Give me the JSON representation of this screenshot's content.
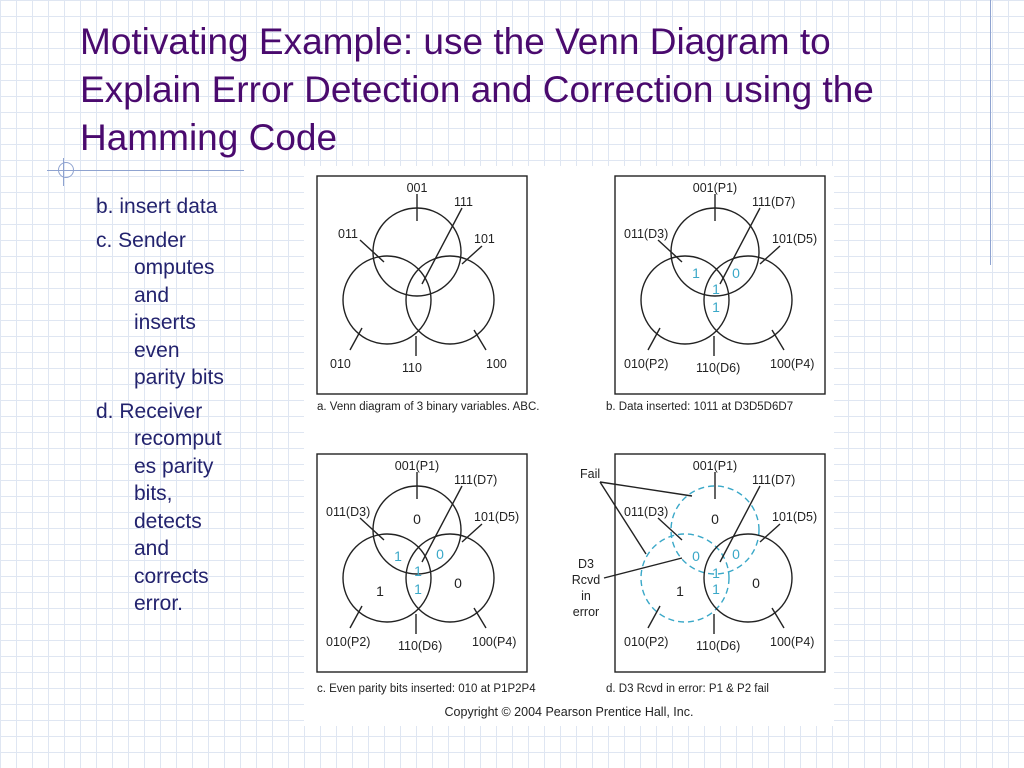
{
  "slide": {
    "title_lines": [
      "Motivating Example: use the Venn Diagram to",
      "Explain Error Detection and Correction using the",
      "Hamming Code"
    ],
    "bullets": [
      {
        "lead": "b. insert data",
        "cont": []
      },
      {
        "lead": "c. Sender",
        "cont": [
          "omputes",
          "and",
          "inserts",
          "even",
          "parity bits"
        ]
      },
      {
        "lead": "d. Receiver",
        "cont": [
          "recomput",
          "es parity",
          "bits,",
          "detects",
          "and",
          "corrects",
          "error."
        ]
      }
    ]
  },
  "figure": {
    "panel_a": {
      "labels": {
        "top": "001",
        "top_right": "111",
        "left": "011",
        "right": "101",
        "bottom_left": "010",
        "bottom": "110",
        "bottom_right": "100"
      },
      "caption": "a. Venn diagram of 3 binary variables. ABC."
    },
    "panel_b": {
      "labels": {
        "top": "001(P1)",
        "top_right": "111(D7)",
        "left": "011(D3)",
        "right": "101(D5)",
        "bottom_left": "010(P2)",
        "bottom": "110(D6)",
        "bottom_right": "100(P4)"
      },
      "bits": {
        "ab": "1",
        "ac": "0",
        "abc": "1",
        "bc": "1"
      },
      "caption": "b. Data inserted: 1011 at D3D5D6D7"
    },
    "panel_c": {
      "labels": {
        "top": "001(P1)",
        "top_right": "111(D7)",
        "left": "011(D3)",
        "right": "101(D5)",
        "bottom_left": "010(P2)",
        "bottom": "110(D6)",
        "bottom_right": "100(P4)"
      },
      "bits": {
        "a": "0",
        "ab": "1",
        "ac": "0",
        "abc": "1",
        "b": "1",
        "bc": "1",
        "c": "0"
      },
      "caption": "c. Even parity bits inserted: 010 at P1P2P4"
    },
    "panel_d": {
      "labels": {
        "top": "001(P1)",
        "top_right": "111(D7)",
        "left": "011(D3)",
        "right": "101(D5)",
        "bottom_left": "010(P2)",
        "bottom": "110(D6)",
        "bottom_right": "100(P4)",
        "fail": "Fail",
        "rcvd_1": "D3",
        "rcvd_2": "Rcvd",
        "rcvd_3": "in",
        "rcvd_4": "error"
      },
      "bits": {
        "a": "0",
        "ab": "0",
        "ac": "0",
        "abc_top": "1",
        "abc_bot": "1",
        "b": "1",
        "c": "0"
      },
      "caption": "d. D3 Rcvd in error: P1 & P2 fail"
    },
    "copyright": "Copyright © 2004 Pearson Prentice Hall, Inc.",
    "colors": {
      "line": "#222222",
      "highlight": "#3aa8c8",
      "title": "#4a0a6e",
      "bullet": "#23236e"
    }
  }
}
